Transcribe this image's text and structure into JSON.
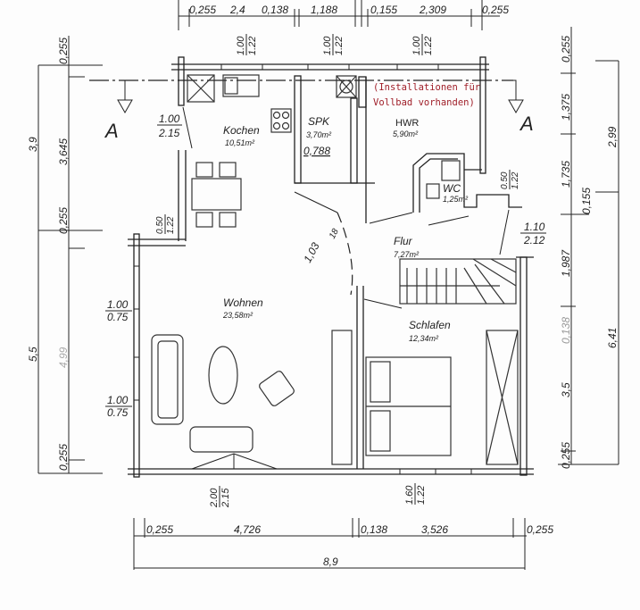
{
  "dimensions": {
    "top": [
      "0,255",
      "2,4",
      "0,138",
      "1,188",
      "0,155",
      "2,309",
      "0,255"
    ],
    "left_inner": [
      "0,255",
      "3,645",
      "0,255",
      "4,99",
      "0,255"
    ],
    "left_outer": [
      "3,9",
      "5,5"
    ],
    "right_inner": [
      "0,255",
      "1,375",
      "1,735",
      "0,155",
      "1,987",
      "0,138",
      "3,5",
      "0,255"
    ],
    "right_outer": [
      "2,99",
      "6,41"
    ],
    "bottom": [
      "0,255",
      "4,726",
      "0,138",
      "3,526",
      "0,255"
    ],
    "bottom_total": "8,9"
  },
  "openings": {
    "kitchen_window": [
      "1.00",
      "1.22"
    ],
    "spk_window": [
      "1.00",
      "1.22"
    ],
    "hwr_window": [
      "1.00",
      "1.22"
    ],
    "kitchen_door": [
      "1.00",
      "2.15"
    ],
    "small_window_left": [
      "0.50",
      "1.22"
    ],
    "wc_window": [
      "0.50",
      "1.22"
    ],
    "entrance_door": [
      "1.10",
      "2.12"
    ],
    "living_window_1": [
      "1.00",
      "0.75"
    ],
    "living_window_2": [
      "1.00",
      "0.75"
    ],
    "terrace_door": [
      "2.00",
      "2.15"
    ],
    "bedroom_window": [
      "1.60",
      "1.22"
    ],
    "spk_width": "0,788",
    "door_width": "1,03",
    "door_height": "18"
  },
  "rooms": [
    {
      "name": "Kochen",
      "area": "10,51m²"
    },
    {
      "name": "SPK",
      "area": "3,70m²"
    },
    {
      "name": "HWR",
      "area": "5,90m²"
    },
    {
      "name": "WC",
      "area": "1,25m²"
    },
    {
      "name": "Flur",
      "area": "7,27m²"
    },
    {
      "name": "Wohnen",
      "area": "23,58m²"
    },
    {
      "name": "Schlafen",
      "area": "12,34m²"
    }
  ],
  "annotation": {
    "line1": "(Installationen für",
    "line2": "Vollbad vorhanden)"
  },
  "section_marker": "A"
}
